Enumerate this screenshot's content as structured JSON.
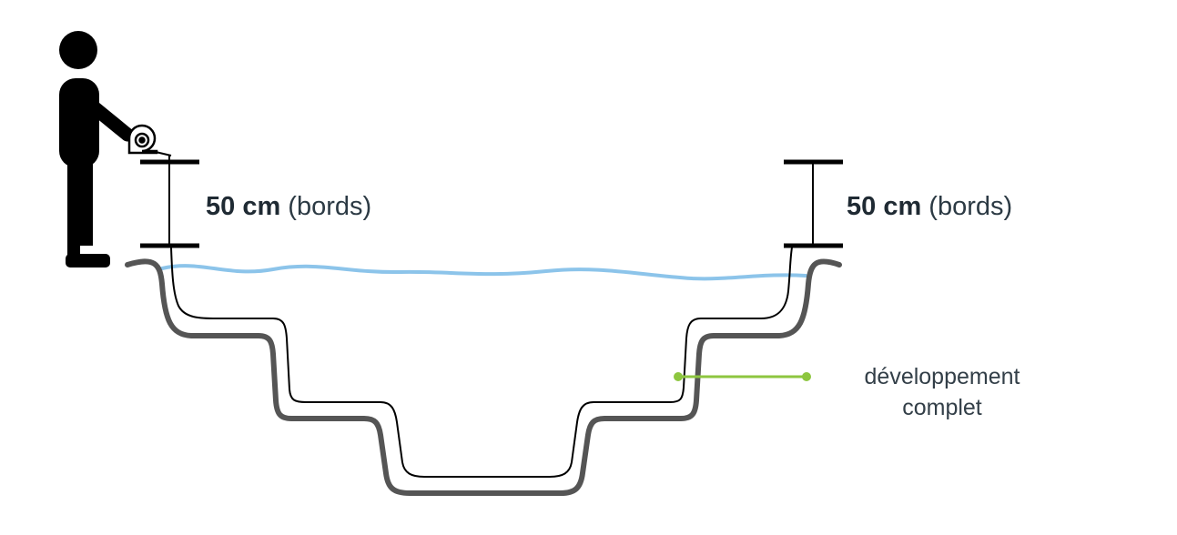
{
  "labels": {
    "left_height": {
      "value": "50 cm",
      "note": "(bords)"
    },
    "right_height": {
      "value": "50 cm",
      "note": "(bords)"
    },
    "development": {
      "line1": "développement",
      "line2": "complet"
    }
  },
  "colors": {
    "outline": "#555555",
    "liner": "#000000",
    "water": "#8cc4ea",
    "callout": "#8dc63f",
    "person": "#000000",
    "text": "#1f2a33"
  },
  "icons": {
    "person": "person-silhouette-icon",
    "reel": "measuring-tape-reel-icon"
  }
}
